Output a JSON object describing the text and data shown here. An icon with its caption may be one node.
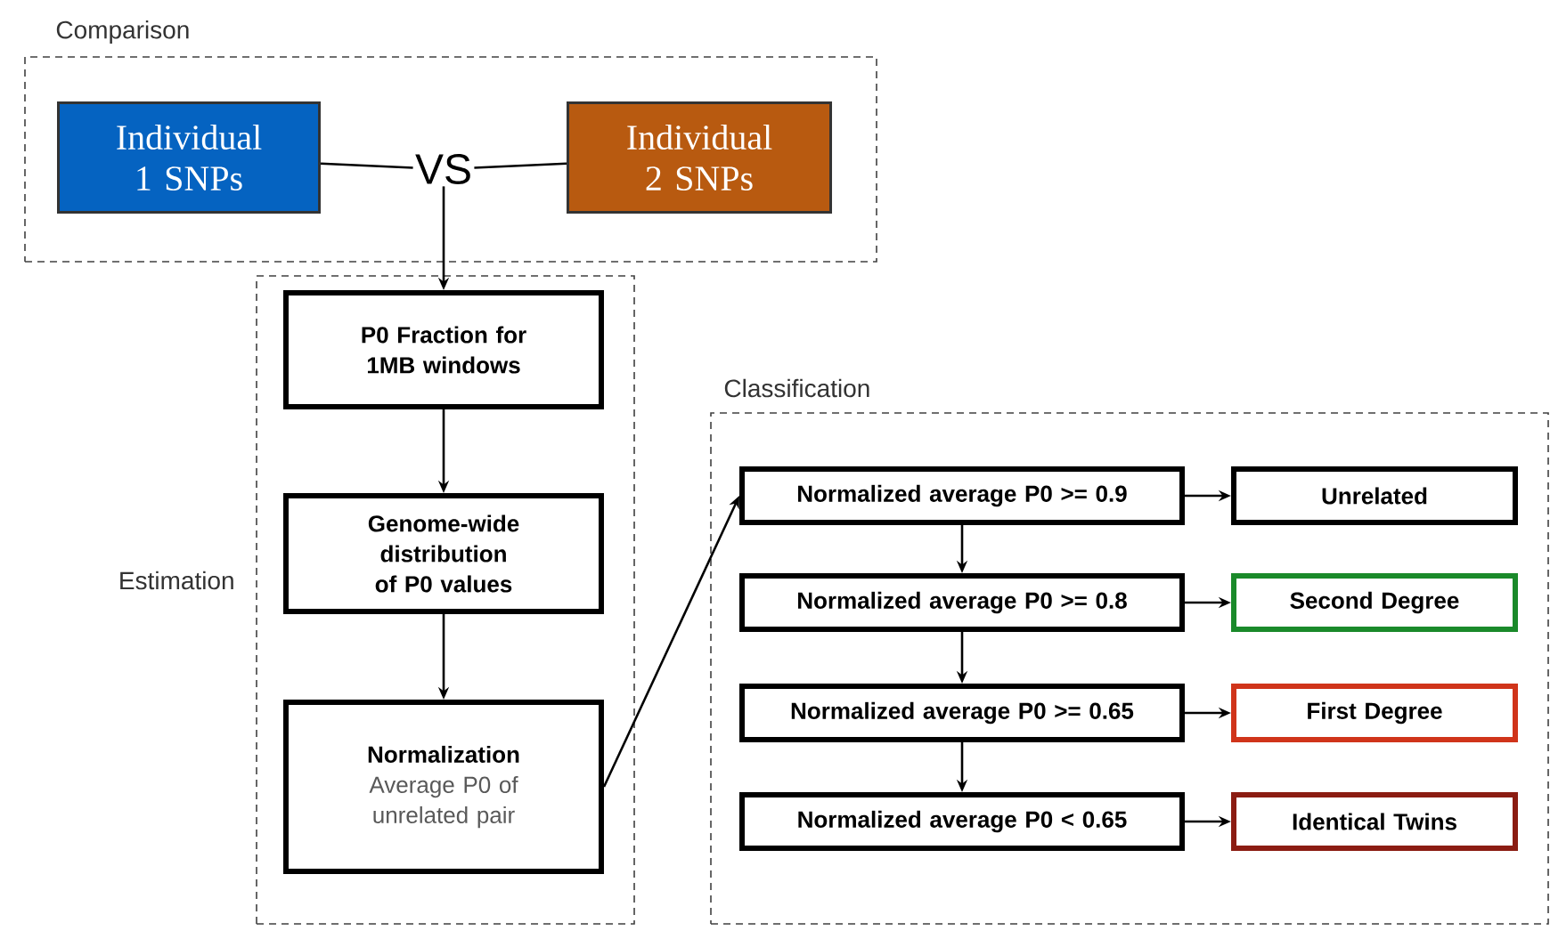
{
  "diagram": {
    "nodes": [
      {
        "text": [
          "Comparison"
        ]
      },
      {
        "text": [
          "Individual 1 SNPs"
        ],
        "in": 0
      },
      {
        "text": [
          "VS"
        ],
        "in": 0
      },
      {
        "text": [
          "Individual 2 SNPs"
        ],
        "in": 0
      },
      {
        "text": [
          "Estimation"
        ]
      },
      {
        "text": [
          "P0 Fraction for 1MB windows"
        ],
        "in": 4
      },
      {
        "text": [
          "Genome-wide distribution of P0 values"
        ],
        "in": 4
      },
      {
        "text": [
          "Normalization",
          "Average P0 of unrelated pair"
        ],
        "in": 4
      },
      {
        "text": [
          "Classification"
        ]
      },
      {
        "text": [
          "Normalized average P0 >= 0.9"
        ],
        "in": 8
      },
      {
        "text": [
          "Normalized average P0 >= 0.8"
        ],
        "in": 8
      },
      {
        "text": [
          "Normalized average P0 >= 0.65"
        ],
        "in": 8
      },
      {
        "text": [
          "Normalized average P0 < 0.65"
        ],
        "in": 8
      },
      {
        "text": [
          "Unrelated"
        ],
        "in": 8
      },
      {
        "text": [
          "Second Degree"
        ],
        "in": 8
      },
      {
        "text": [
          "First Degree"
        ],
        "in": 8
      },
      {
        "text": [
          "Identical Twins"
        ],
        "in": 8
      }
    ],
    "edges": [
      {
        "from": 1,
        "to": 2,
        "arrow": "none"
      },
      {
        "from": 2,
        "to": 3,
        "arrow": "none"
      },
      {
        "from": 2,
        "to": 5,
        "arrow": "to"
      },
      {
        "from": 5,
        "to": 6,
        "arrow": "to"
      },
      {
        "from": 6,
        "to": 7,
        "arrow": "to"
      },
      {
        "from": 7,
        "to": 9,
        "arrow": "to"
      },
      {
        "from": 9,
        "to": 10,
        "arrow": "to"
      },
      {
        "from": 10,
        "to": 11,
        "arrow": "to"
      },
      {
        "from": 11,
        "to": 12,
        "arrow": "to"
      },
      {
        "from": 9,
        "to": 13,
        "arrow": "to"
      },
      {
        "from": 10,
        "to": 14,
        "arrow": "to"
      },
      {
        "from": 11,
        "to": 15,
        "arrow": "to"
      },
      {
        "from": 12,
        "to": 16,
        "arrow": "to"
      }
    ]
  }
}
